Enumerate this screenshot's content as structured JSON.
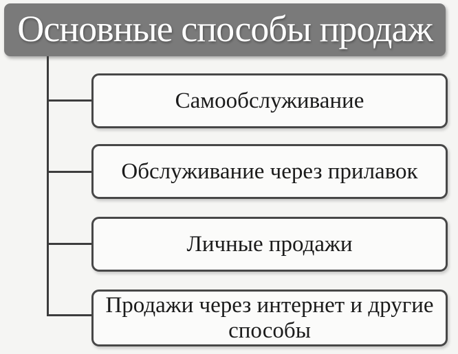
{
  "title": "Основные способы продаж",
  "items": [
    {
      "label": "Самообслуживание"
    },
    {
      "label": "Обслуживание через прилавок"
    },
    {
      "label": "Личные продажи"
    },
    {
      "label": "Продажи через интернет и другие способы"
    }
  ],
  "colors": {
    "background": "#f5f5f3",
    "title_bg": "#7a7a7a",
    "title_text": "#ffffff",
    "box_bg": "#fbfbfa",
    "box_border": "#474747",
    "box_text": "#1b1b1b",
    "connector": "#3c3c3c"
  }
}
